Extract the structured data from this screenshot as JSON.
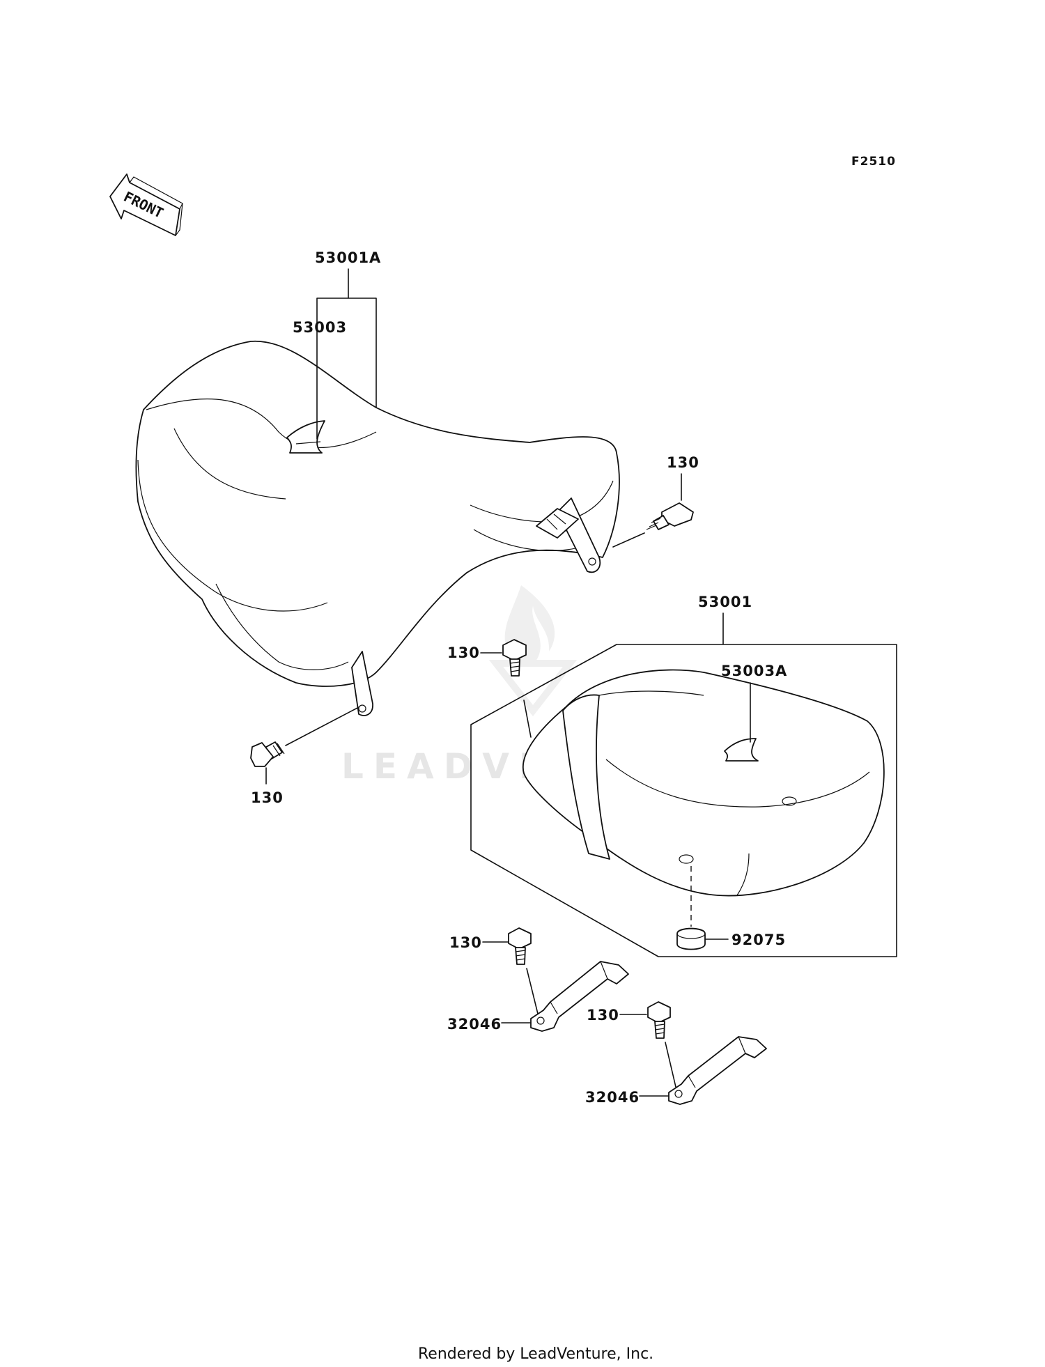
{
  "diagram_code": "F2510",
  "front_arrow_label": "FRONT",
  "watermark": "LEADVENTURE",
  "footer": "Rendered by LeadVenture, Inc.",
  "labels": {
    "seat_assy_front": "53001A",
    "strap_front": "53003",
    "seat_assy_rear": "53001",
    "strap_rear": "53003A",
    "bolt_a": "130",
    "bolt_b": "130",
    "bolt_c": "130",
    "bolt_d": "130",
    "bolt_e": "130",
    "damper": "92075",
    "bracket_a": "32046",
    "bracket_b": "32046"
  }
}
